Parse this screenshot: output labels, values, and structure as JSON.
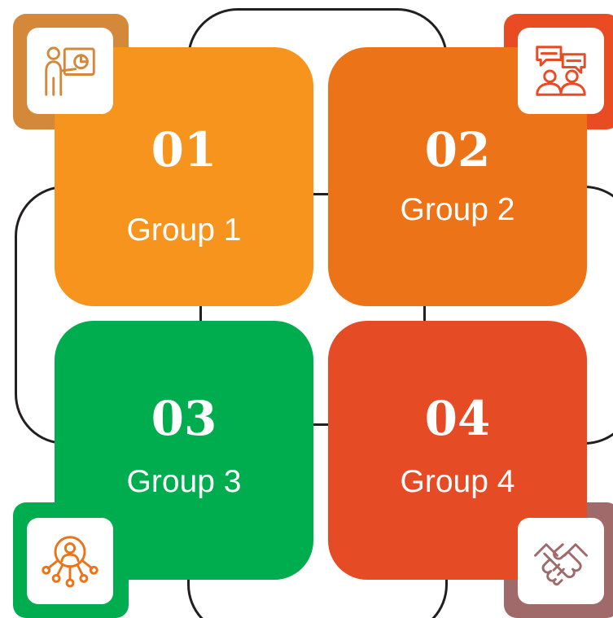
{
  "diagram": {
    "groups": [
      {
        "number": "01",
        "label": "Group 1",
        "color": "#f7941d",
        "badge_color": "#d4893a",
        "icon": "presentation-icon",
        "icon_color": "#d4893a"
      },
      {
        "number": "02",
        "label": "Group 2",
        "color": "#ec7318",
        "badge_color": "#e94b22",
        "icon": "team-chat-icon",
        "icon_color": "#e94b22"
      },
      {
        "number": "03",
        "label": "Group 3",
        "color": "#00ad4e",
        "badge_color": "#00ad4e",
        "icon": "user-network-icon",
        "icon_color": "#ec7318"
      },
      {
        "number": "04",
        "label": "Group 4",
        "color": "#e54b24",
        "badge_color": "#a06a6a",
        "icon": "handshake-icon",
        "icon_color": "#a06a6a"
      }
    ],
    "connector_color": "#231f20"
  }
}
